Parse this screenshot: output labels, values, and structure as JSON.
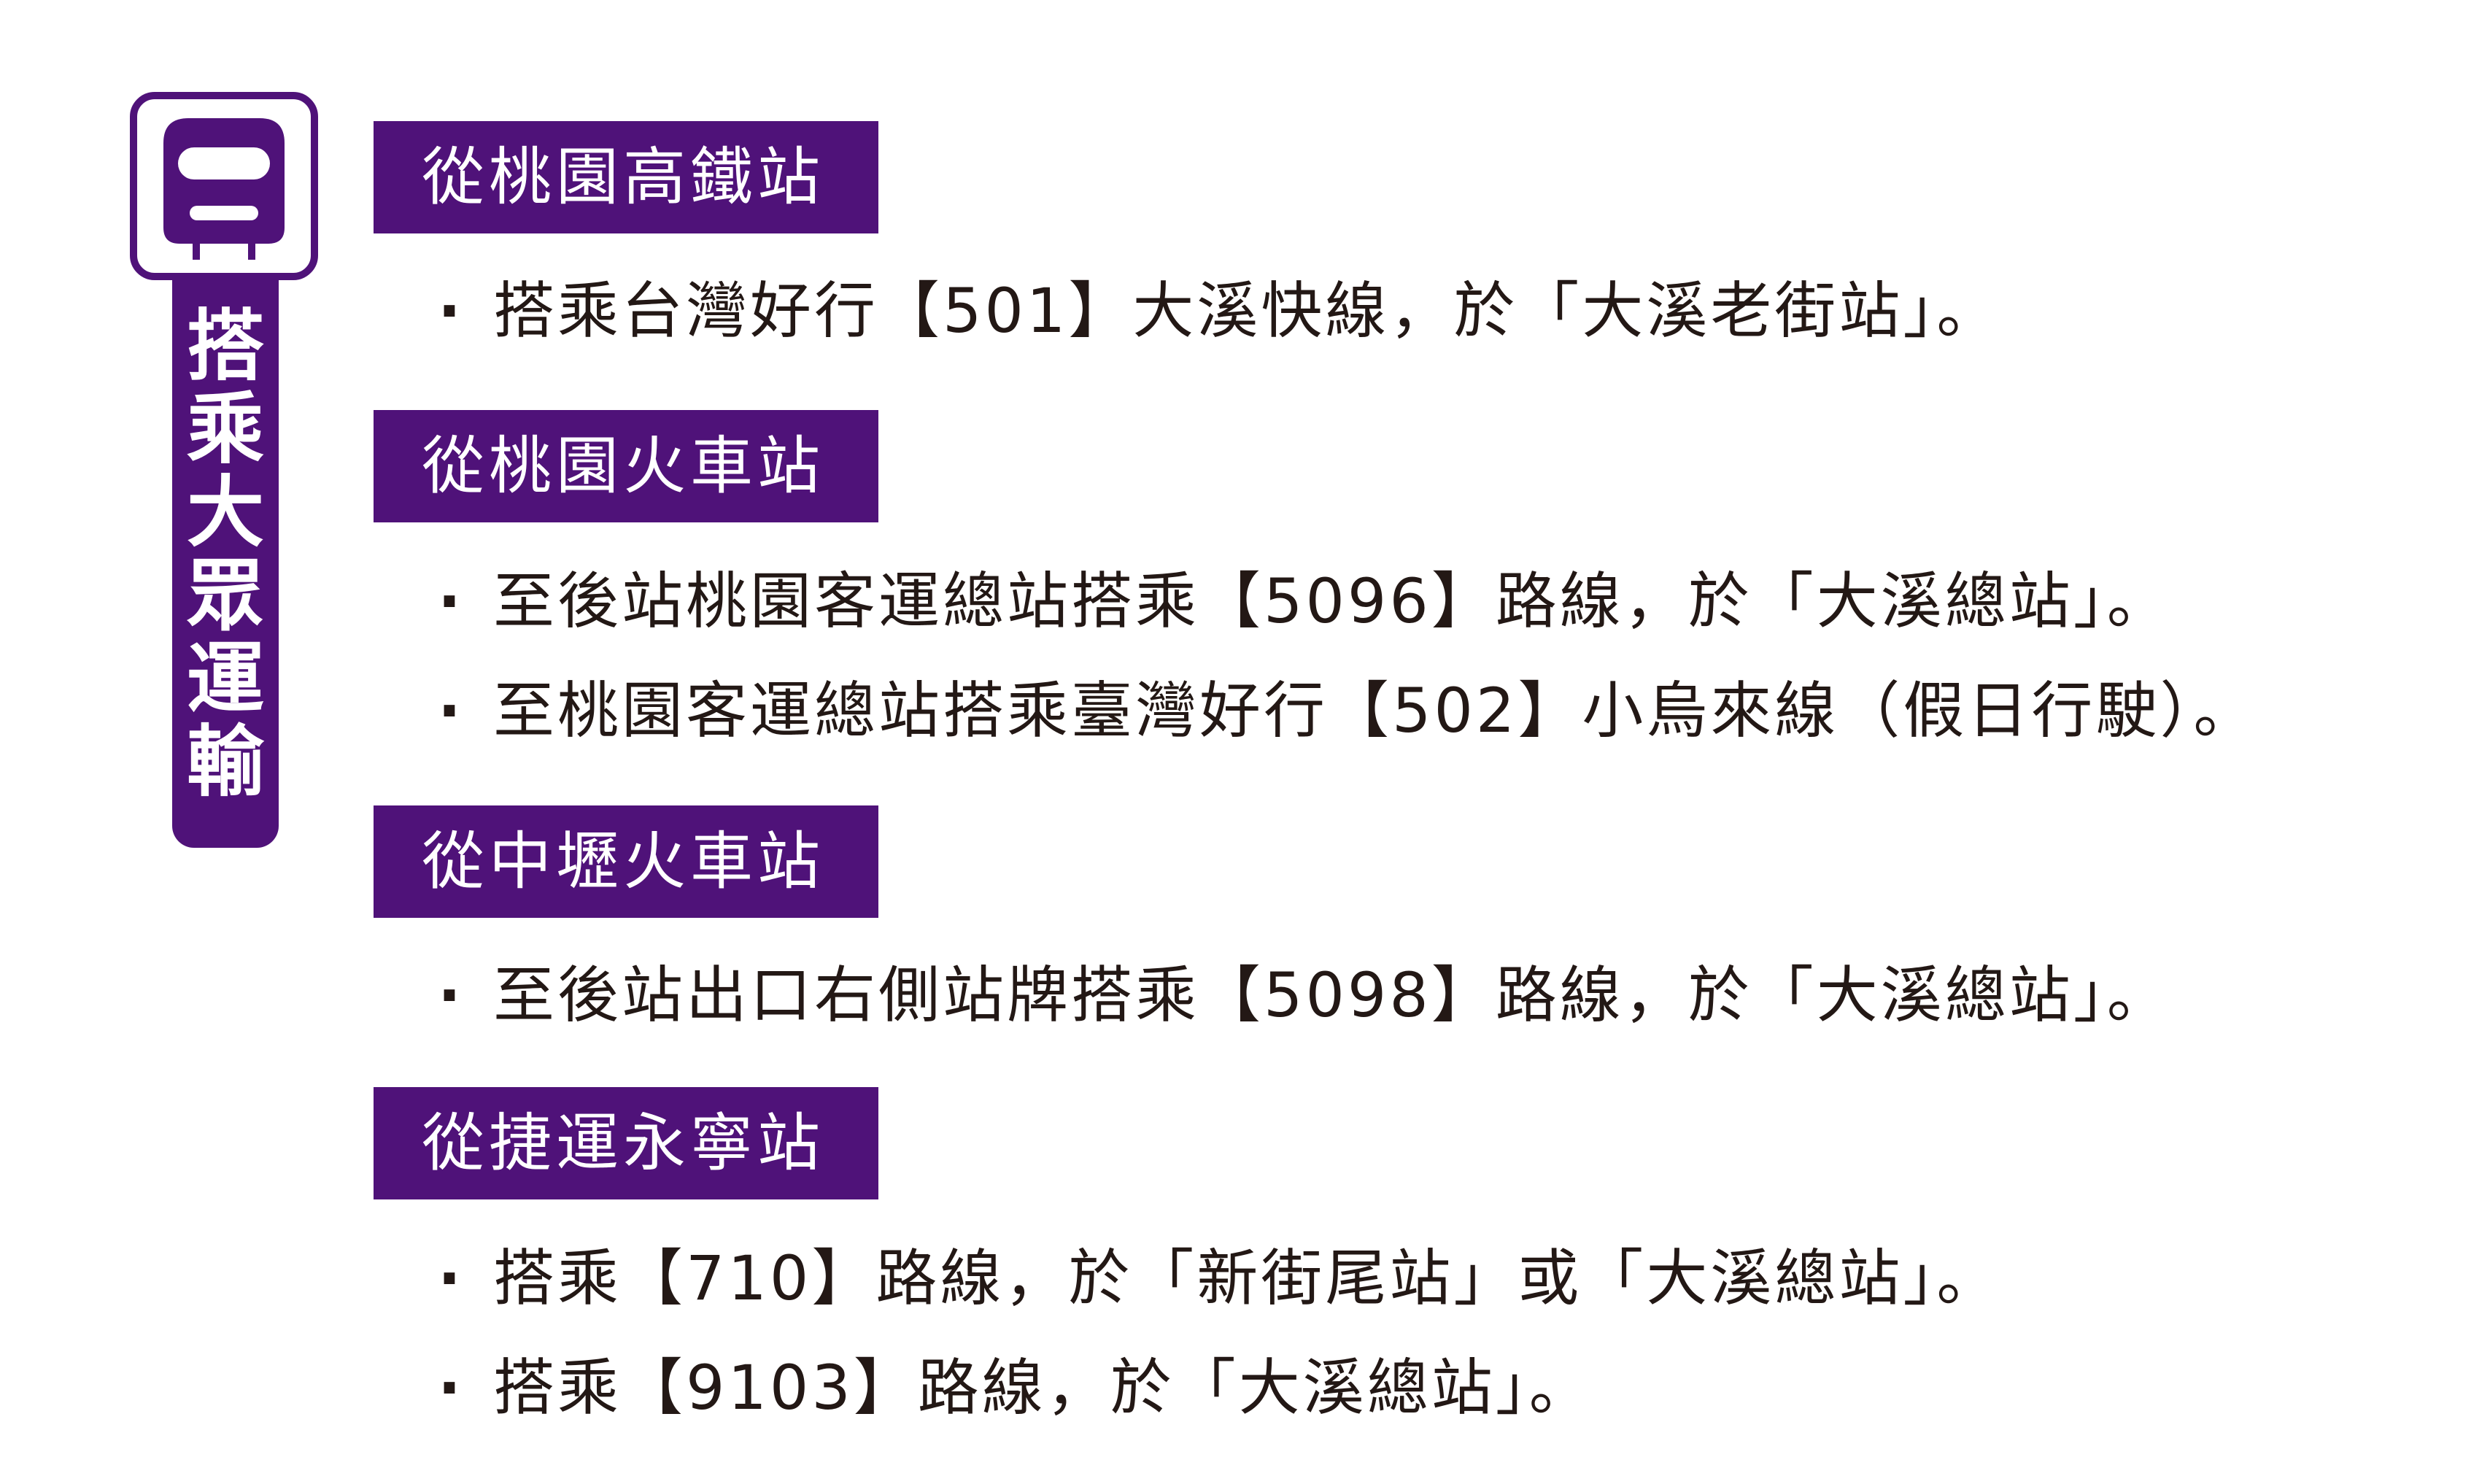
{
  "badge": {
    "label_chars": [
      "搭",
      "乘",
      "大",
      "眾",
      "運",
      "輸"
    ],
    "icon": "train-icon",
    "color": "#4f1279"
  },
  "sections": [
    {
      "title": "從桃園高鐵站",
      "lines": [
        "搭乘台灣好行【501】大溪快線，於「大溪老街站」。"
      ]
    },
    {
      "title": "從桃園火車站",
      "lines": [
        "至後站桃園客運總站搭乘【5096】路線，於「大溪總站」。",
        "至桃園客運總站搭乘臺灣好行【502】小烏來線（假日行駛）。"
      ]
    },
    {
      "title": "從中壢火車站",
      "lines": [
        "至後站出口右側站牌搭乘【5098】路線，於「大溪總站」。"
      ]
    },
    {
      "title": "從捷運永寧站",
      "lines": [
        "搭乘【710】路線，於「新街尾站」或「大溪總站」。",
        "搭乘【9103】路線，於「大溪總站」。"
      ]
    }
  ],
  "bullet_char": "·",
  "colors": {
    "accent": "#4f1279",
    "text": "#231815",
    "background": "#ffffff"
  }
}
